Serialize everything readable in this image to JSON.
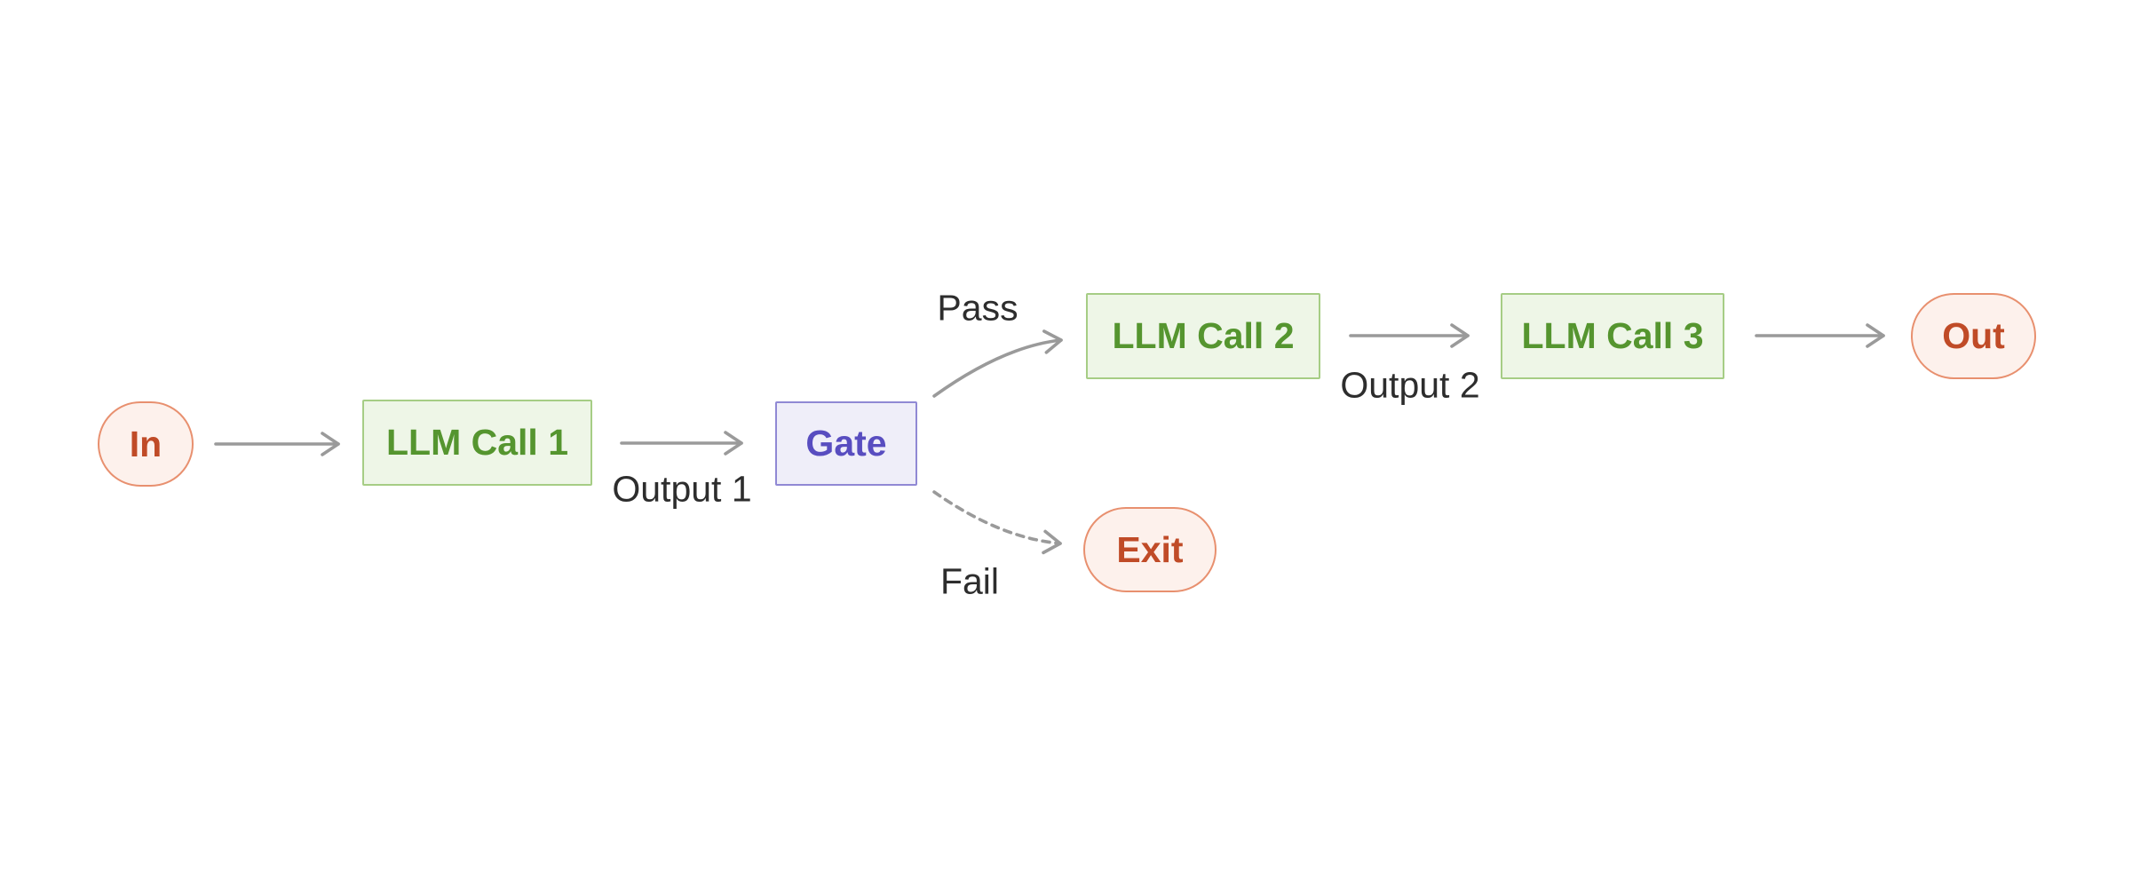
{
  "diagram_type": "flowchart",
  "nodes": {
    "in": {
      "label": "In",
      "shape": "stadium",
      "kind": "terminal"
    },
    "llm1": {
      "label": "LLM Call 1",
      "shape": "rect",
      "kind": "llm-call"
    },
    "gate": {
      "label": "Gate",
      "shape": "rect",
      "kind": "gate"
    },
    "llm2": {
      "label": "LLM Call 2",
      "shape": "rect",
      "kind": "llm-call"
    },
    "llm3": {
      "label": "LLM Call 3",
      "shape": "rect",
      "kind": "llm-call"
    },
    "exit": {
      "label": "Exit",
      "shape": "stadium",
      "kind": "terminal"
    },
    "out": {
      "label": "Out",
      "shape": "stadium",
      "kind": "terminal"
    }
  },
  "edges": [
    {
      "from": "in",
      "to": "llm1",
      "label": "",
      "style": "solid"
    },
    {
      "from": "llm1",
      "to": "gate",
      "label": "Output 1",
      "style": "solid"
    },
    {
      "from": "gate",
      "to": "llm2",
      "label": "Pass",
      "style": "solid"
    },
    {
      "from": "gate",
      "to": "exit",
      "label": "Fail",
      "style": "dashed"
    },
    {
      "from": "llm2",
      "to": "llm3",
      "label": "Output 2",
      "style": "solid"
    },
    {
      "from": "llm3",
      "to": "out",
      "label": "",
      "style": "solid"
    }
  ],
  "colors": {
    "background": "#ffffff",
    "terminal_fill": "#fdf1ec",
    "terminal_border": "#e8906f",
    "terminal_text": "#c04b27",
    "llm_fill": "#eef6e7",
    "llm_border": "#a6cd85",
    "llm_text": "#55952f",
    "gate_fill": "#efeef9",
    "gate_border": "#9089d4",
    "gate_text": "#584dc0",
    "arrow": "#9a9a9a",
    "edge_label_text": "#2d2d2d"
  }
}
